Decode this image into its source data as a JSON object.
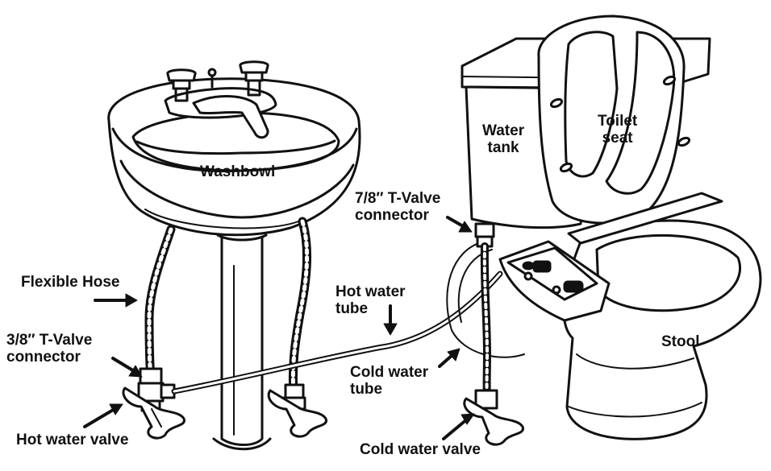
{
  "diagram": {
    "labels": {
      "washbowl": "Washbowl",
      "water_tank": [
        "Water",
        "tank"
      ],
      "toilet_seat": [
        "Toilet",
        "seat"
      ],
      "stool": "Stool",
      "flexible_hose": "Flexible Hose",
      "valve_38": [
        "3/8″ T-Valve",
        "connector"
      ],
      "valve_78": [
        "7/8″ T-Valve",
        "connector"
      ],
      "hot_tube": [
        "Hot water",
        "tube"
      ],
      "cold_tube": [
        "Cold water",
        "tube"
      ],
      "hot_valve": "Hot water valve",
      "cold_valve": "Cold water valve"
    },
    "colors": {
      "ink": "#111111",
      "paper": "#ffffff"
    }
  }
}
